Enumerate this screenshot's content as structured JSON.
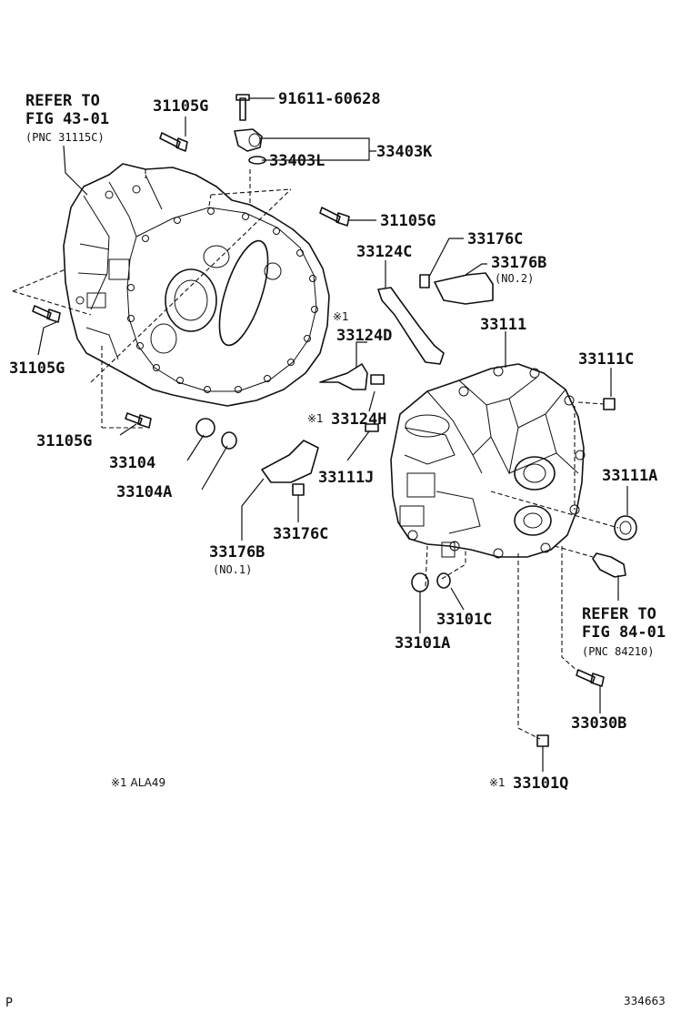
{
  "labels": {
    "refer1_a": "REFER TO",
    "refer1_b": "FIG 43-01",
    "refer1_c": "(PNC 31115C)",
    "p31105g_top": "31105G",
    "p91611": "91611-60628",
    "p33403k": "33403K",
    "p33403l": "33403L",
    "p31105g_mid": "31105G",
    "p33124c": "33124C",
    "p33176c_top": "33176C",
    "p33176b_top": "33176B",
    "p33176b_top_sub": "(NO.2)",
    "p33111": "33111",
    "p31105g_left": "31105G",
    "mark_33124d": "※1",
    "p33124d": "33124D",
    "p33111c": "33111C",
    "mark_33124h": "※1",
    "p33124h": "33124H",
    "p31105g_bot": "31105G",
    "p33104": "33104",
    "p33104a": "33104A",
    "p33111j": "33111J",
    "p33111a": "33111A",
    "p33176c_bot": "33176C",
    "p33176b_bot": "33176B",
    "p33176b_bot_sub": "(NO.1)",
    "refer2_a": "REFER TO",
    "refer2_b": "FIG 84-01",
    "refer2_c": "(PNC 84210)",
    "p33101c": "33101C",
    "p33101a": "33101A",
    "p33030b": "33030B",
    "mark_33101q": "※1",
    "p33101q": "33101Q",
    "footnote": "※1 ALA49",
    "corner_left": "P",
    "corner_right": "334663"
  }
}
